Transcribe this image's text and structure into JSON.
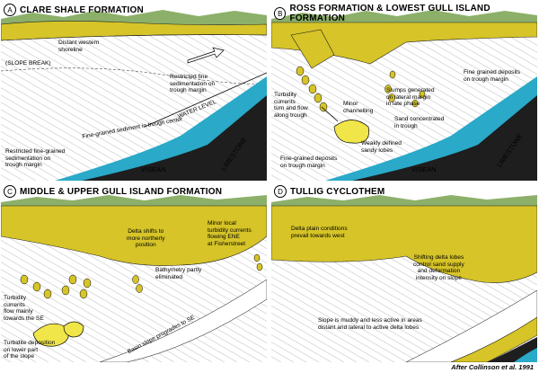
{
  "panels": {
    "a": {
      "letter": "A",
      "title": "CLARE SHALE FORMATION",
      "labels": {
        "distant_shoreline": "Distant western\nshoreline",
        "slope_break": "(SLOPE BREAK)",
        "restricted_fine": "Restricted fine\nsedimentation on\ntrough margin",
        "water_level": "WATER LEVEL",
        "trough_center": "Fine-grained sediment in trough center",
        "restricted_fine_grained": "Restricted fine-grained\nsedimentation on\ntrough margin",
        "visean": "VISEAN",
        "limestone": "LIMESTONE"
      }
    },
    "b": {
      "letter": "B",
      "title": "ROSS FORMATION & LOWEST GULL ISLAND FORMATION",
      "labels": {
        "slumps": "Slumps generated\non lateral margin\nin late phase",
        "fine_trough_margin": "Fine grained deposits\non trough margin",
        "turbidity_currents": "Turbidity\ncurrents\nturn and flow\nalong trough",
        "minor_channelling": "Minor\nchannelling",
        "sand_concentrated": "Sand concentrated\nin trough",
        "weakly_defined": "Weakly defined\nsandy lobes",
        "fine_deposits_lower": "Fine-grained deposits\non trough margin",
        "visean": "VISEAN",
        "limestone": "LIMESTONE"
      }
    },
    "c": {
      "letter": "C",
      "title": "MIDDLE & UPPER GULL ISLAND FORMATION",
      "labels": {
        "delta_shifts": "Delta shifts to\nmore northerly\nposition",
        "minor_local": "Minor local\nturbidity currents\nflowing ENE\nat Fisherstreet",
        "bathymetry": "Bathymetry partly\neliminated",
        "turbidity_se": "Turbidity\ncurrents\nflow mainly\ntowards the SE",
        "turbidite_deposition": "Turbidite deposition\non lower part\nof the slope",
        "basin_slope": "Basin slope progrades to SE"
      }
    },
    "d": {
      "letter": "D",
      "title": "TULLIG CYCLOTHEM",
      "labels": {
        "delta_plain": "Delta plain conditions\nprevail towards west",
        "shifting_delta": "Shifting delta lobes\ncontrol sand supply\nand deformation\nintensity on slope",
        "slope_muddy": "Slope is muddy and less active in areas\ndistant and lateral to active delta lobes"
      }
    }
  },
  "credit": "After Collinson et al. 1991",
  "colors": {
    "sand": "#d6c428",
    "hills": "#8cb06a",
    "water": "#2aa9c9",
    "limestone": "#1e1e1e"
  }
}
